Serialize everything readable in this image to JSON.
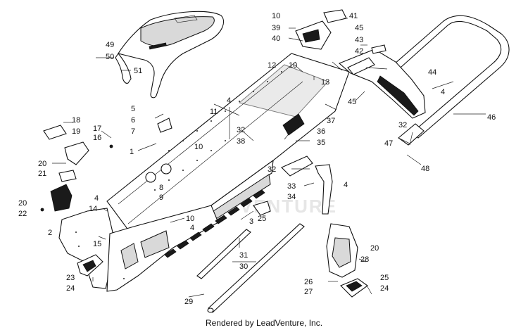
{
  "footer": "Rendered by LeadVenture, Inc.",
  "watermark": "LEADVENTURE",
  "callouts": [
    "1",
    "2",
    "3",
    "4",
    "5",
    "6",
    "7",
    "8",
    "9",
    "10",
    "11",
    "12",
    "13",
    "14",
    "15",
    "16",
    "17",
    "18",
    "19",
    "20",
    "21",
    "22",
    "23",
    "24",
    "25",
    "26",
    "27",
    "28",
    "29",
    "30",
    "31",
    "32",
    "33",
    "34",
    "35",
    "36",
    "37",
    "38",
    "39",
    "40",
    "41",
    "42",
    "43",
    "44",
    "45",
    "46",
    "47",
    "48",
    "49",
    "50",
    "51"
  ],
  "colors": {
    "line": "#111111",
    "fill": "#ffffff",
    "shade": "#d9d9d9"
  }
}
